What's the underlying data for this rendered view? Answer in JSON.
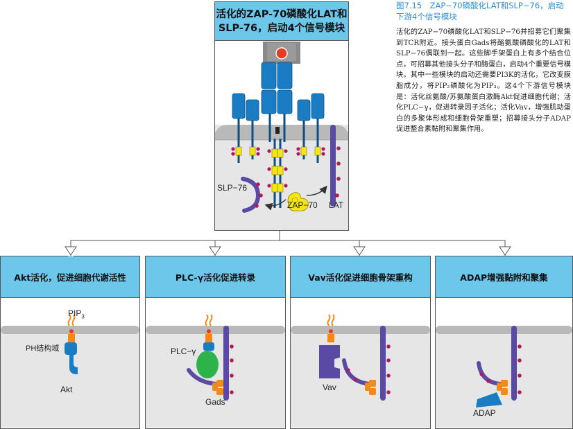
{
  "main_box": {
    "title_line1": "活化的ZAP-70磷酸化LAT和",
    "title_line2": "SLP-76，启动4个信号模块",
    "labels": {
      "slp76": "SLP−76",
      "zap70": "ZAP−70",
      "lat": "LAT"
    }
  },
  "caption": {
    "title": "图7.15　ZAP−70磷酸化LAT和SLP−76，启动下游4个信号模块",
    "body": "活化的ZAP−70磷酸化LAT和SLP−76并招募它们聚集到TCR附近。接头蛋白Gads将酪氨酸磷酸化的LAT和SLP−76偶联到一起。这些脚手架蛋白上有多个结合位点，可招募其他接头分子和酶蛋白，启动4个重要信号模块。其中一些模块的启动还需要PI3K的活化，它改变膜脂成分，将PIP₂磷酸化为PIP₃。这4个下游信号模块是：活化丝氨酸/苏氨酸蛋白激酶Akt促进细胞代谢；活化PLC−γ，促进转录因子活化；活化Vav，增强肌动蛋白的多聚体形成和细胞骨架重塑；招募接头分子ADAP促进整合素黏附和聚集作用。"
  },
  "modules": [
    {
      "title": "Akt活化，促进细胞代谢活性",
      "labels": {
        "pip3": "PIP",
        "pip3_sub": "3",
        "ph": "PH结构域",
        "akt": "Akt"
      }
    },
    {
      "title": "PLC-γ活化促进转录",
      "labels": {
        "plc": "PLC−γ",
        "gads": "Gads"
      }
    },
    {
      "title": "Vav活化促进细胞骨架重构",
      "labels": {
        "vav": "Vav"
      }
    },
    {
      "title": "ADAP增强黏附和聚集",
      "labels": {
        "adap": "ADAP"
      }
    }
  ],
  "colors": {
    "header_blue": "#6cc7ea",
    "receptor_blue": "#1a7dc4",
    "membrane_gray": "#b9b9b9",
    "cell_gray": "#e6e6e6",
    "scaffold_purple": "#5b4aa3",
    "phospho_dot": "#b0195d",
    "itam_yellow": "#f4e516",
    "gads_orange": "#f08a1c",
    "plc_green": "#2db34a",
    "pip_orange": "#f08a1c",
    "red_accent": "#e53a23"
  }
}
